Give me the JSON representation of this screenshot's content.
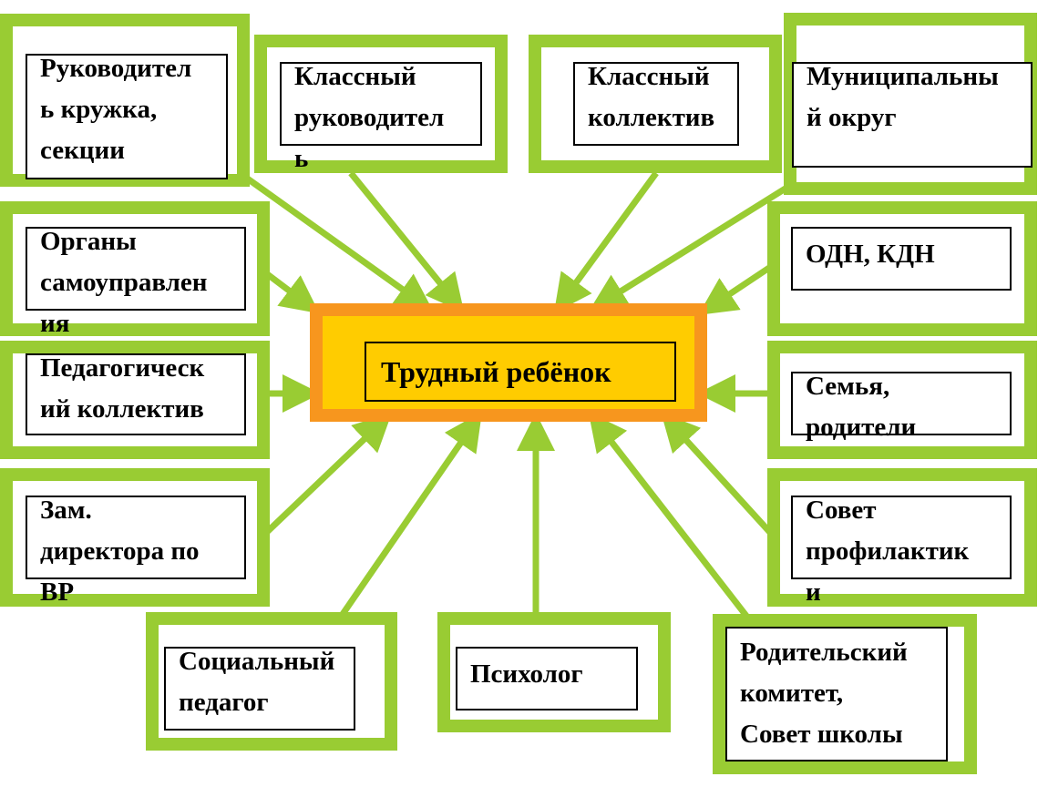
{
  "colors": {
    "node_border": "#99cc33",
    "arrow": "#99cc33",
    "center_outer": "#f7961e",
    "center_fill": "#ffcc00"
  },
  "center": {
    "label": "Трудный ребёнок"
  },
  "nodes": {
    "club_leader": "Руководител\nь кружка,\nсекции",
    "class_teacher": "Классный\nруководител\nь",
    "class_collective": "Классный\nколлектив",
    "municipal_district": "Муниципальны\nй округ",
    "self_government": "Органы\nсамоуправлен\nия",
    "odn_kdn": "ОДН, КДН",
    "teaching_staff": "Педагогическ\nий коллектив",
    "family": "Семья,\nродители",
    "deputy_director": "Зам.\nдиректора по\nВР",
    "prevention_council": "Совет\nпрофилактик\nи",
    "social_pedagogue": "Социальный\nпедагог",
    "psychologist": "Психолог",
    "parent_committee": "Родительский\nкомитет,\nСовет школы"
  }
}
